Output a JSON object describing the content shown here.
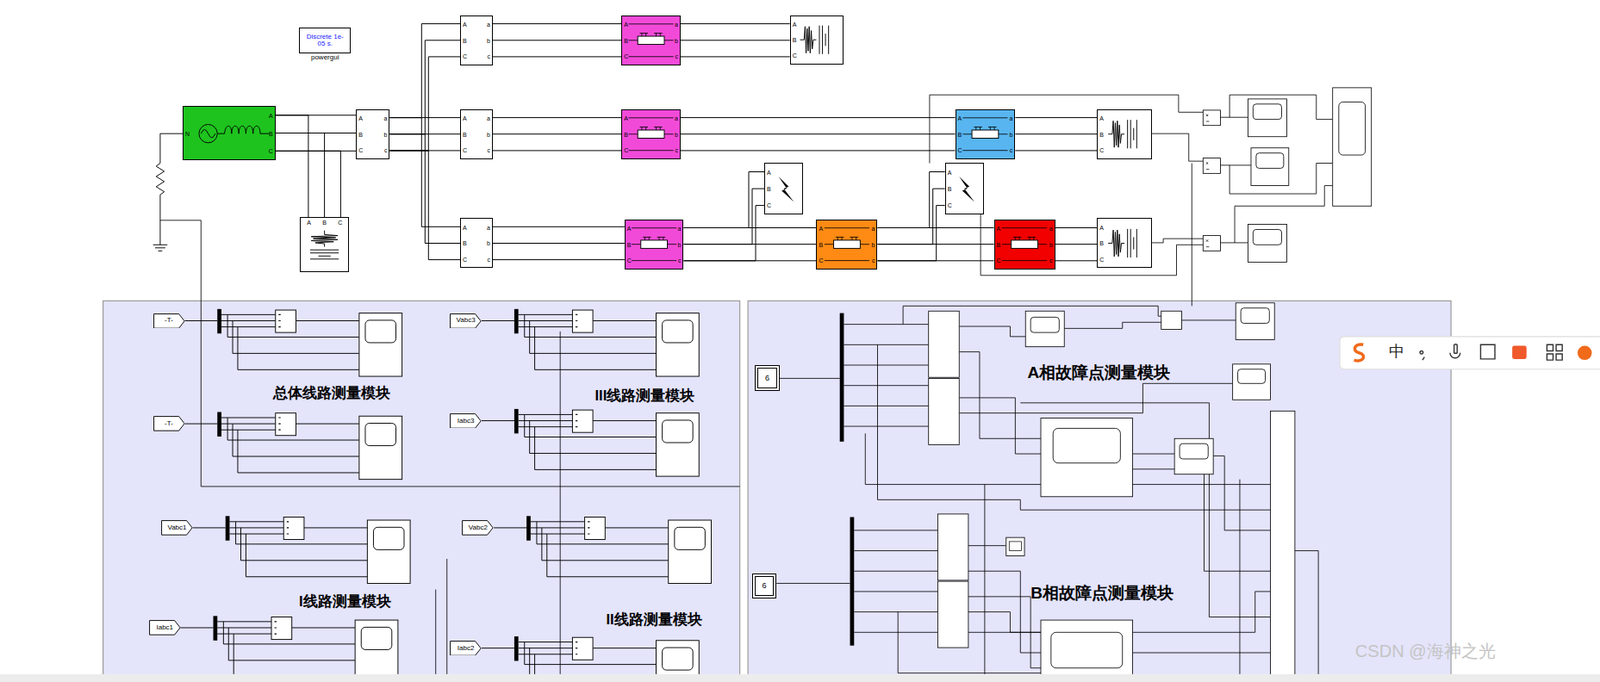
{
  "diagram": {
    "nodes": [
      {
        "text": [
          "Discrete 1e-05 s.",
          "powergui"
        ]
      },
      {
        "text": [
          "N",
          "A",
          "B",
          "C"
        ]
      },
      {
        "text": [
          "A",
          "B",
          "C"
        ]
      },
      {
        "text": [
          "A",
          "B",
          "C",
          "a",
          "b",
          "c"
        ]
      },
      {
        "text": [
          "A",
          "B",
          "C",
          "a",
          "b",
          "c"
        ]
      },
      {
        "text": [
          "A",
          "B",
          "C",
          "a",
          "b",
          "c"
        ]
      },
      {
        "text": [
          "A",
          "B",
          "C",
          "a",
          "b",
          "c"
        ]
      },
      {
        "text": [
          "A",
          "B",
          "C",
          "a",
          "b",
          "c"
        ]
      },
      {
        "text": [
          "A",
          "B",
          "C",
          "a",
          "b",
          "c"
        ]
      },
      {
        "text": [
          "A",
          "B",
          "C",
          "a",
          "b",
          "c"
        ]
      },
      {
        "text": [
          "A",
          "B",
          "C"
        ]
      },
      {
        "text": [
          "A",
          "B",
          "C"
        ]
      },
      {
        "text": [
          "A",
          "B",
          "C",
          "a",
          "b",
          "c"
        ]
      },
      {
        "text": [
          "A",
          "B",
          "C"
        ]
      },
      {
        "text": [
          "A",
          "B",
          "C",
          "a",
          "b",
          "c"
        ]
      },
      {
        "text": [
          "A",
          "B",
          "C",
          "a",
          "b",
          "c"
        ]
      },
      {
        "text": [
          "A",
          "B",
          "C"
        ]
      },
      {
        "text": [
          "A",
          "B",
          "C"
        ]
      },
      {
        "text": [
          "-T-"
        ]
      },
      {
        "text": [
          "Vabc3"
        ]
      },
      {
        "text": [
          "-T-"
        ]
      },
      {
        "text": [
          "Iabc3"
        ]
      },
      {
        "text": [
          "Vabc1"
        ]
      },
      {
        "text": [
          "Vabc2"
        ]
      },
      {
        "text": [
          "Iabc1"
        ]
      },
      {
        "text": [
          "Iabc2"
        ]
      },
      {
        "text": [
          "6"
        ]
      },
      {
        "text": [
          "6"
        ]
      }
    ],
    "edges": [
      {
        "from": 1,
        "to": 3,
        "arrow": "none"
      },
      {
        "from": 1,
        "to": 2,
        "arrow": "none"
      },
      {
        "from": 3,
        "to": 4,
        "arrow": "none"
      },
      {
        "from": 3,
        "to": 5,
        "arrow": "none"
      },
      {
        "from": 3,
        "to": 6,
        "arrow": "none"
      },
      {
        "from": 4,
        "to": 7,
        "arrow": "none"
      },
      {
        "from": 5,
        "to": 8,
        "arrow": "none"
      },
      {
        "from": 6,
        "to": 9,
        "arrow": "none"
      },
      {
        "from": 7,
        "to": 10,
        "arrow": "none"
      },
      {
        "from": 8,
        "to": 14,
        "arrow": "none"
      },
      {
        "from": 14,
        "to": 16,
        "arrow": "none"
      },
      {
        "from": 9,
        "to": 12,
        "arrow": "none"
      },
      {
        "from": 12,
        "to": 15,
        "arrow": "none"
      },
      {
        "from": 15,
        "to": 17,
        "arrow": "none"
      },
      {
        "from": 9,
        "to": 11,
        "arrow": "none"
      },
      {
        "from": 12,
        "to": 13,
        "arrow": "none"
      }
    ],
    "labels": [
      "总体线路测量模块",
      "III线路测量模块",
      "I线路测量模块",
      "II线路测量模块",
      "A相故障点测量模块",
      "B相故障点测量模块",
      "中",
      "CSDN @海神之光"
    ]
  }
}
